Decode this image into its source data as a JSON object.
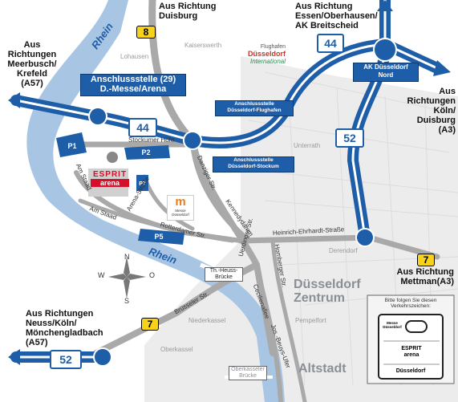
{
  "directions": {
    "duisburg": "Aus Richtung\nDuisburg",
    "essen": "Aus Richtung\nEssen/Oberhausen/\nAK Breitscheid",
    "meerbusch": "Aus\nRichtungen\nMeerbusch/\nKrefeld\n(A57)",
    "koeln_duisburg": "Aus\nRichtungen\nKöln/\nDuisburg\n(A3)",
    "mettmann": "Aus Richtung\nMettman(A3)",
    "neuss": "Aus Richtungen\nNeuss/Köln/\nMönchengladbach\n(A57)"
  },
  "junctions": {
    "main": "Anschlussstelle (29)\nD.-Messe/Arena",
    "ak_nord": "AK Düsseldorf\nNord",
    "flughafen": "Anschlussstelle\nDüsseldorf-Flughafen",
    "stockum": "Anschlussstelle\nDüsseldorf-Stockum"
  },
  "shields": {
    "b8": "8",
    "a44_top": "44",
    "a44_left": "44",
    "a52_right": "52",
    "a52_left": "52",
    "b7_right": "7",
    "b7_left": "7"
  },
  "parking": [
    "P1",
    "P2",
    "P5",
    "P7"
  ],
  "streets": {
    "stockumer_hoefe": "Stockumer Höfe",
    "danziger": "Danziger Str.",
    "kennedydamm": "Kennedydamm",
    "homberger": "Homberger Str.",
    "heinrich": "Heinrich-Ehrhardt-Straße",
    "rotterdamer": "Rotterdamer Str.",
    "am_staad": "Am Staad",
    "am_staad2": "Am Staad",
    "arena_strasse": "Arena-Straße",
    "uerdinger": "Uerdinger Str.",
    "cecilienallee": "Cecilienallee",
    "jos_beuys": "Jos.-Beuys-Ufer",
    "bruesseler": "Brüsseler Str."
  },
  "districts": {
    "lohausen": "Lohausen",
    "kaiserswerth": "Kaiserswerth",
    "unterrath": "Unterrath",
    "derendorf": "Derendorf",
    "niederkassel": "Niederkassel",
    "oberkassel": "Oberkassel",
    "pempelfort": "Pempelfort"
  },
  "city": {
    "zentrum": "Düsseldorf\nZentrum",
    "altstadt": "Altstadt"
  },
  "river": {
    "top": "Rhein",
    "bottom": "Rhein"
  },
  "bridges": {
    "heuss": "Th.-Heuss-\nBrücke",
    "oberkasseler": "Oberkasseler\nBrücke"
  },
  "logos": {
    "flughafen_top": "Flughafen",
    "flughafen_main": "Düsseldorf",
    "flughafen_sub": "International",
    "esprit": "ESPRIT",
    "esprit_arena": "arena",
    "messe_mark": "m",
    "messe_text": "Messe\nDüsseldorf"
  },
  "compass": {
    "n": "N",
    "s": "S",
    "w": "W",
    "o": "O"
  },
  "signs": {
    "note": "Bitte folgen Sie diesen\nVerkehrszeichen:",
    "messe": "Messe\nDüsseldorf",
    "esprit": "ESPRIT\narena",
    "city": "Düsseldorf"
  },
  "colors": {
    "motorway": "#1e5ea8",
    "river": "#a8c6e4",
    "road": "#a9a9a9",
    "urban": "#e9e9e9",
    "yellow_shield": "#f6d21b"
  }
}
